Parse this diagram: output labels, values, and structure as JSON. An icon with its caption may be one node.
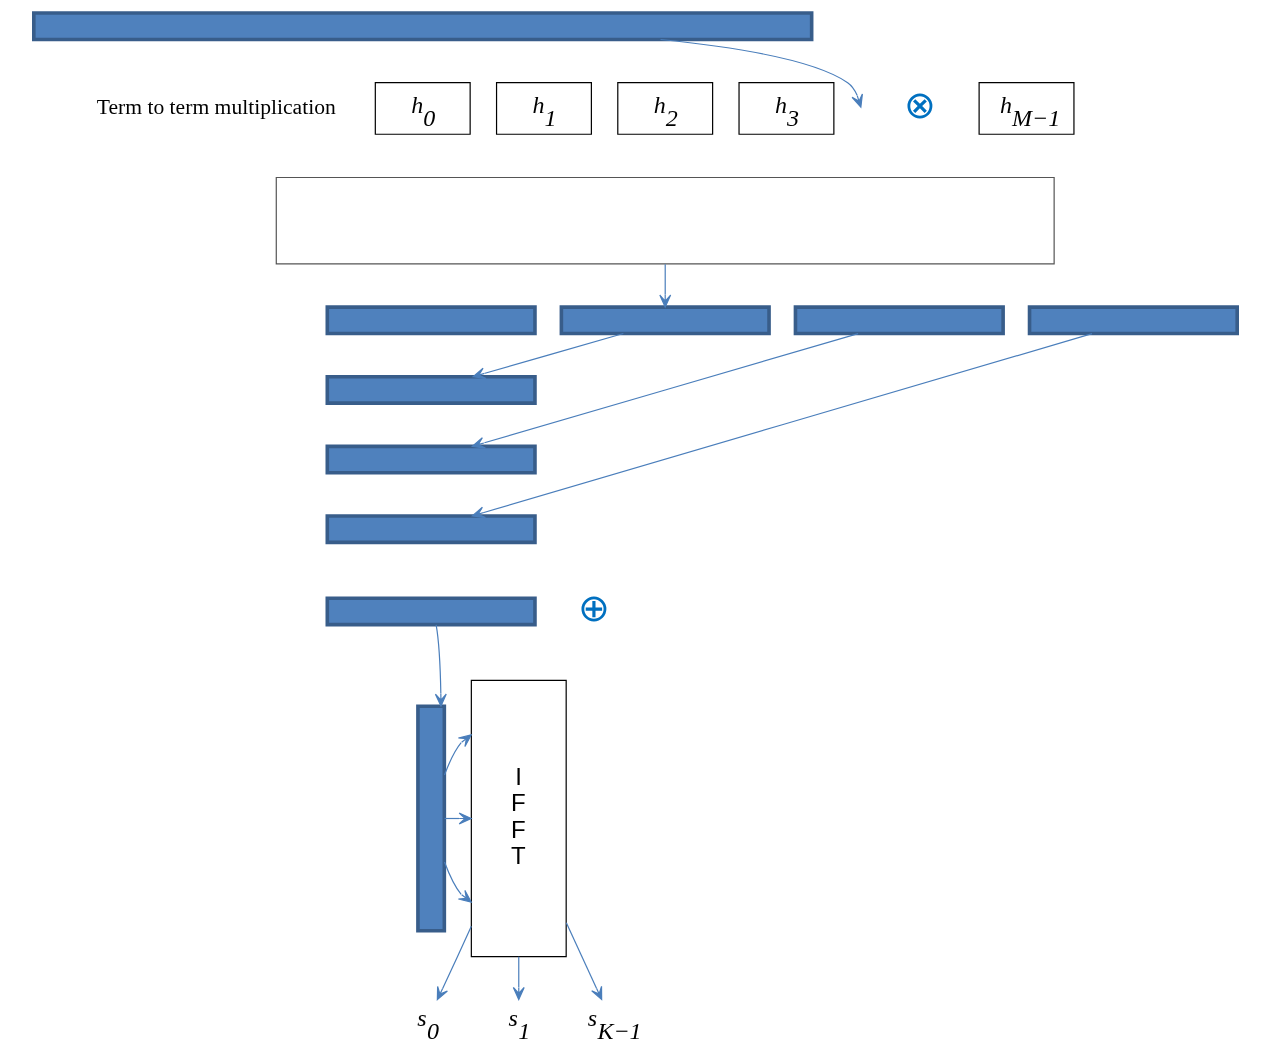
{
  "diagram": {
    "nodes": [
      {
        "text": [],
        "shape": "bar"
      },
      {
        "text": [
          "h$_{0}$"
        ]
      },
      {
        "text": [
          "h$_{1}$"
        ]
      },
      {
        "text": [
          "h$_{2}$"
        ]
      },
      {
        "text": [
          "h$_{3}$"
        ]
      },
      {
        "text": [
          "h$_{M−1}$"
        ]
      },
      {
        "text": [],
        "shape": "box"
      },
      {
        "text": [],
        "shape": "bar"
      },
      {
        "text": [],
        "shape": "bar"
      },
      {
        "text": [],
        "shape": "bar"
      },
      {
        "text": [],
        "shape": "bar"
      },
      {
        "text": [],
        "shape": "bar"
      },
      {
        "text": [],
        "shape": "bar"
      },
      {
        "text": [],
        "shape": "bar"
      },
      {
        "text": [],
        "shape": "bar"
      },
      {
        "text": [],
        "shape": "bar"
      },
      {
        "text": [
          "I",
          "F",
          "F",
          "T"
        ]
      },
      {
        "text": [
          "s$_{0}$"
        ]
      },
      {
        "text": [
          "s$_{1}$"
        ]
      },
      {
        "text": [
          "s$_{K−1}$"
        ]
      }
    ],
    "edges": [
      {
        "from": 0,
        "to": null,
        "arrow": "to"
      },
      {
        "from": 6,
        "to": 8,
        "arrow": "to"
      },
      {
        "from": 8,
        "to": 11,
        "arrow": "to"
      },
      {
        "from": 9,
        "to": 12,
        "arrow": "to"
      },
      {
        "from": 10,
        "to": 13,
        "arrow": "to"
      },
      {
        "from": 14,
        "to": 15,
        "arrow": "to"
      },
      {
        "from": 15,
        "to": 16,
        "arrow": "to"
      },
      {
        "from": 15,
        "to": 16,
        "arrow": "to"
      },
      {
        "from": 15,
        "to": 16,
        "arrow": "to"
      },
      {
        "from": 16,
        "to": 17,
        "arrow": "to"
      },
      {
        "from": 16,
        "to": 18,
        "arrow": "to"
      },
      {
        "from": 16,
        "to": 19,
        "arrow": "to"
      }
    ],
    "labels": [
      "Term to term multiplication",
      "⊗",
      "⊕"
    ]
  }
}
